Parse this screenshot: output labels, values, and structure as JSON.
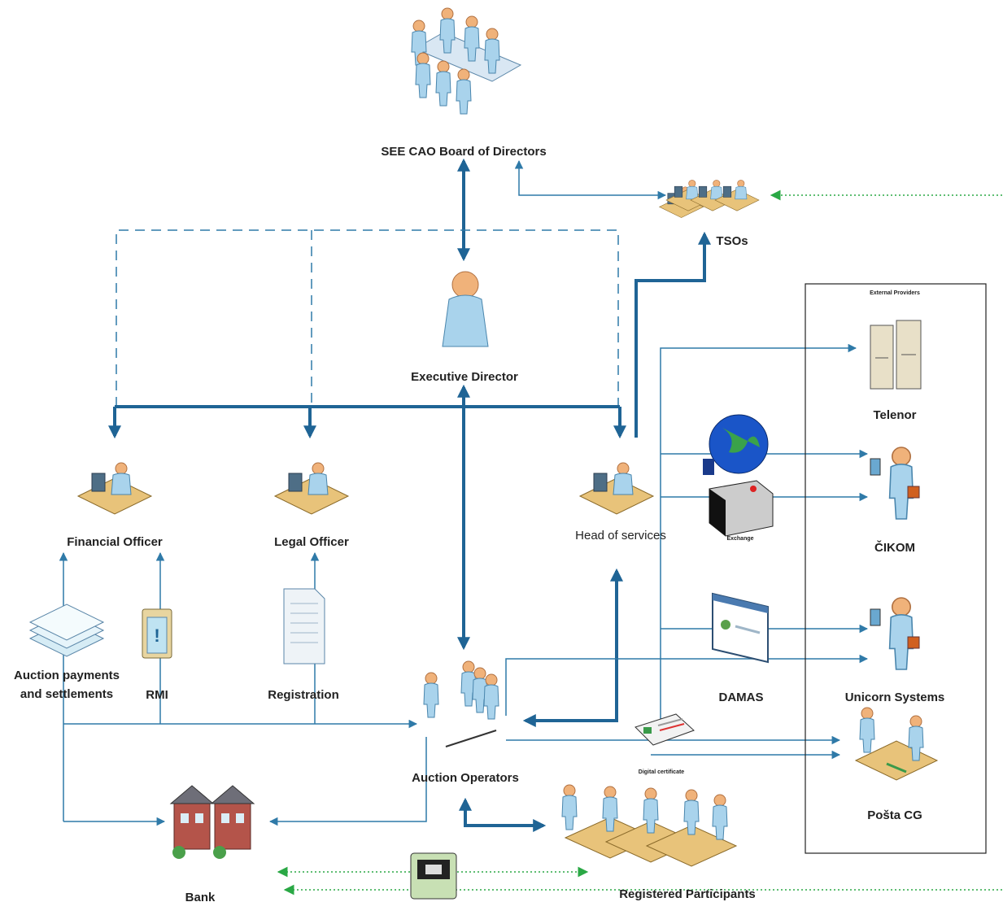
{
  "nodes": {
    "board": "SEE CAO Board of Directors",
    "tsos": "TSOs",
    "executive": "Executive Director",
    "financial": "Financial Officer",
    "legal": "Legal Officer",
    "head": "Head of services",
    "payments_line1": "Auction payments",
    "payments_line2": "and settlements",
    "rmi": "RMI",
    "registration": "Registration",
    "auction_operators": "Auction Operators",
    "bank": "Bank",
    "registered": "Registered Participants",
    "damas": "DAMAS",
    "digital_cert": "Digital certificate",
    "exchange": "Exchange"
  },
  "external": {
    "title": "External Providers",
    "telenor": "Telenor",
    "cikom": "ČIKOM",
    "unicorn": "Unicorn Systems",
    "posta": "Pošta CG"
  },
  "colors": {
    "line": "#2f7aa8",
    "thick_line": "#1f6495",
    "green_dotted": "#2aa845"
  },
  "icons": [
    "meeting-table-icon",
    "person-icon",
    "office-worker-icon",
    "server-icon",
    "globe-icon",
    "document-icon",
    "clipboard-icon",
    "papers-stack-icon",
    "bank-building-icon",
    "certificate-icon",
    "atm-icon",
    "web-window-icon"
  ]
}
